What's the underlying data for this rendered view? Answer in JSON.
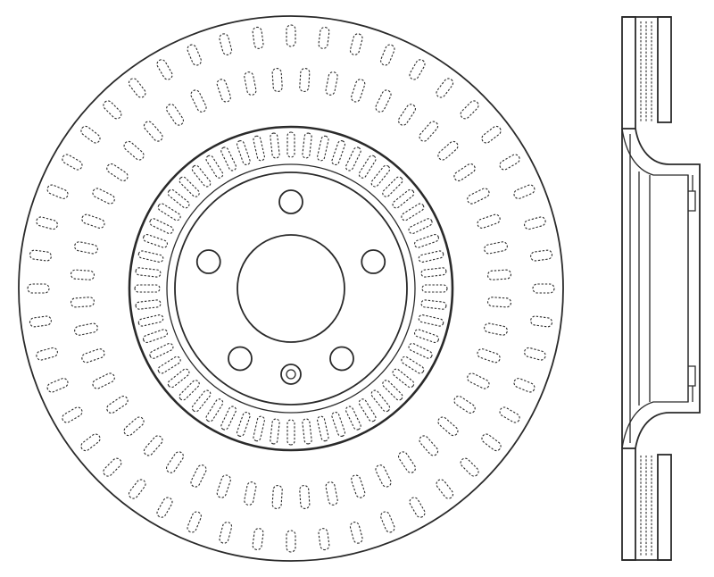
{
  "figure": {
    "subject": "brake-rotor",
    "views": [
      "front-view",
      "side-section-view"
    ],
    "line_color": "#2a2a2a",
    "background_color": "#ffffff",
    "lug_hole_count": 5,
    "cooling_slot_rings": 3
  }
}
